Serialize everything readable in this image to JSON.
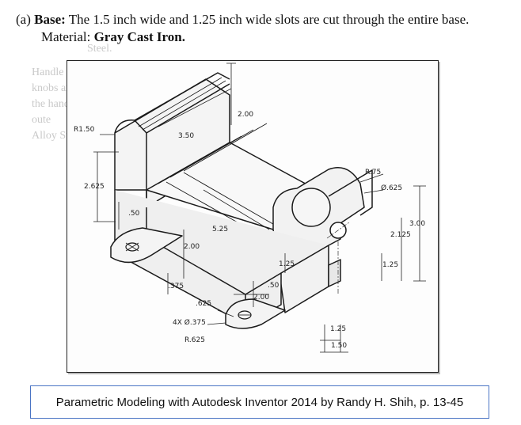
{
  "problem": {
    "label": "(a)",
    "title": "Base:",
    "description": "The 1.5 inch wide and 1.25 inch wide slots are cut through the entire base.",
    "material_label": "Material:",
    "material_value": "Gray Cast Iron."
  },
  "background_text": [
    "Steel.",
    "Handle Kn",
    "knobs are ab",
    "the handle w",
    "oute",
    "Alloy St"
  ],
  "dimensions": {
    "r150": "R1.50",
    "d350": "3.50",
    "d200_top": "2.00",
    "r75": "R.75",
    "dia625": "Ø.625",
    "d2625": "2.625",
    "d50_left": ".50",
    "d525": "5.25",
    "d300": "3.00",
    "d2125": "2.125",
    "d200_mid": "2.00",
    "d125_a": "1.25",
    "d125_b": "1.25",
    "d375": ".375",
    "d50_bottom": ".50",
    "d200_bottom": "2.00",
    "d625": ".625",
    "holes": "4X Ø.375",
    "r625": "R.625",
    "d125_c": "1.25",
    "d150": "1.50"
  },
  "caption": "Parametric Modeling with Autodesk Inventor 2014 by Randy H. Shih, p. 13-45"
}
